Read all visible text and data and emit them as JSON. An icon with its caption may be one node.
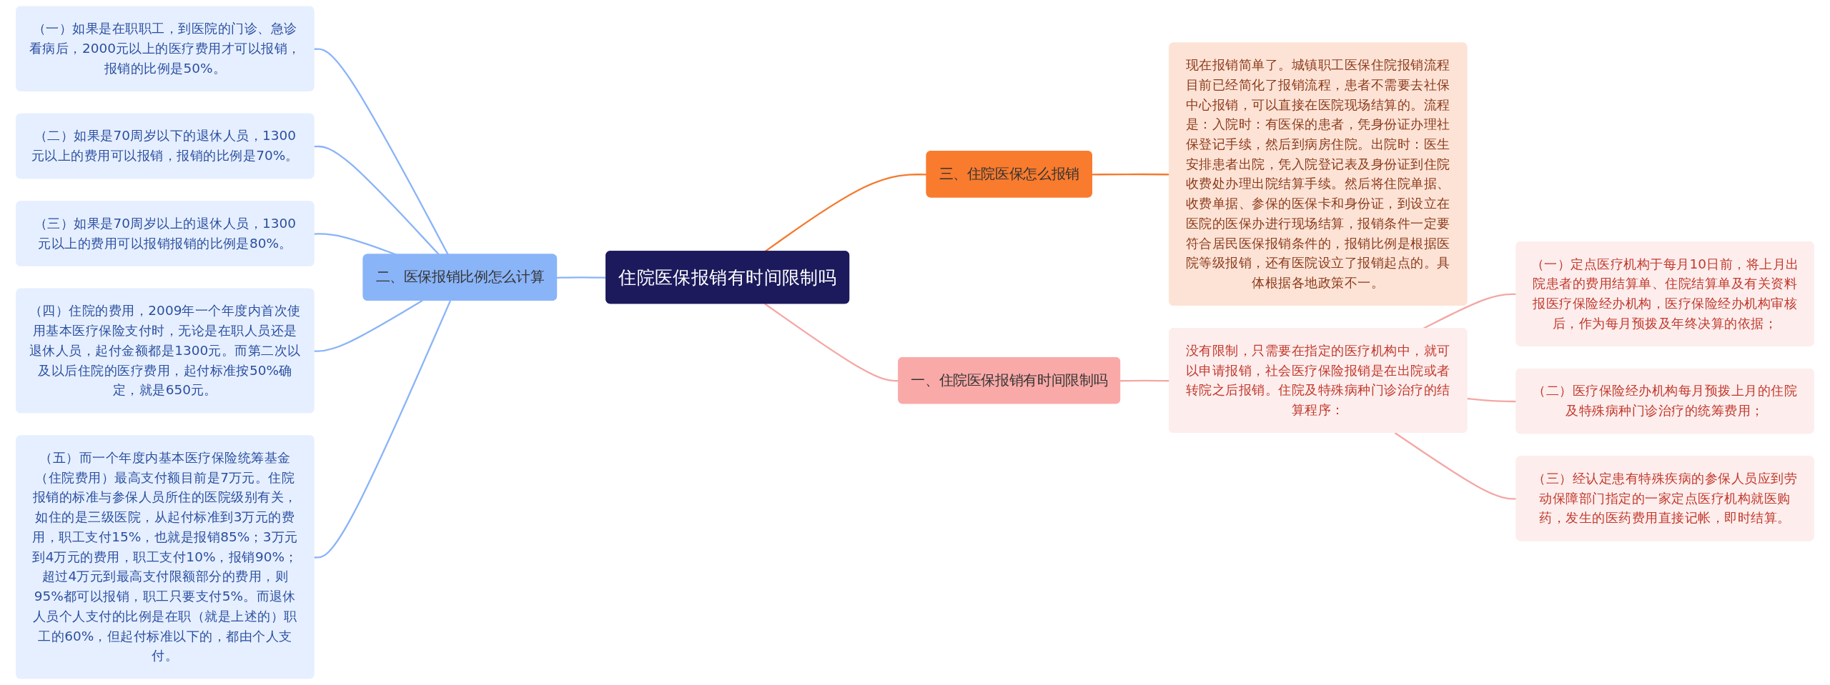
{
  "diagram": {
    "nodes": [
      {
        "text": [
          "住院医保报销有时间限制吗"
        ]
      },
      {
        "text": [
          "一、住院医保报销有时间限制吗"
        ]
      },
      {
        "text": [
          "没有限制，只需要在指定的医疗机构中，就可以申请报销，社会医疗保险报销是在出院或者转院之后报销。住院及特殊病种门诊治疗的结算程序："
        ]
      },
      {
        "text": [
          "（一）定点医疗机构于每月10日前，将上月出院患者的费用结算单、住院结算单及有关资料报医疗保险经办机构，医疗保险经办机构审核后，作为每月预拨及年终决算的依据；"
        ]
      },
      {
        "text": [
          "（二）医疗保险经办机构每月预拨上月的住院及特殊病种门诊治疗的统筹费用；"
        ]
      },
      {
        "text": [
          "（三）经认定患有特殊疾病的参保人员应到劳动保障部门指定的一家定点医疗机构就医购药，发生的医药费用直接记帐，即时结算。"
        ]
      },
      {
        "text": [
          "三、住院医保怎么报销"
        ]
      },
      {
        "text": [
          "现在报销简单了。城镇职工医保住院报销流程目前已经简化了报销流程，患者不需要去社保中心报销，可以直接在医院现场结算的。流程是：入院时：有医保的患者，凭身份证办理社保登记手续，然后到病房住院。出院时：医生安排患者出院，凭入院登记表及身份证到住院收费处办理出院结算手续。然后将住院单据、收费单据、参保的医保卡和身份证，到设立在医院的医保办进行现场结算，报销条件一定要符合居民医保报销条件的，报销比例是根据医院等级报销，还有医院设立了报销起点的。具体根据各地政策不一。"
        ]
      },
      {
        "text": [
          "二、医保报销比例怎么计算"
        ]
      },
      {
        "text": [
          "（一）如果是在职职工，到医院的门诊、急诊看病后，2000元以上的医疗费用才可以报销，报销的比例是50%。"
        ]
      },
      {
        "text": [
          "（二）如果是70周岁以下的退休人员，1300元以上的费用可以报销，报销的比例是70%。"
        ]
      },
      {
        "text": [
          "（三）如果是70周岁以上的退休人员，1300元以上的费用可以报销报销的比例是80%。"
        ]
      },
      {
        "text": [
          "（四）住院的费用，2009年一个年度内首次使用基本医疗保险支付时，无论是在职人员还是退休人员，起付金额都是1300元。而第二次以及以后住院的医疗费用，起付标准按50%确定，就是650元。"
        ]
      },
      {
        "text": [
          "（五）而一个年度内基本医疗保险统筹基金（住院费用）最高支付额目前是7万元。住院报销的标准与参保人员所住的医院级别有关，如住的是三级医院，从起付标准到3万元的费用，职工支付15%，也就是报销85%；3万元到4万元的费用，职工支付10%，报销90%；超过4万元到最高支付限额部分的费用，则95%都可以报销，职工只要支付5%。而退休人员个人支付的比例是在职（就是上述的）职工的60%，但起付标准以下的，都由个人支付。"
        ]
      }
    ],
    "edges": [
      {
        "from": 0,
        "to": 1,
        "arrow": "none",
        "color": "#f4a7a4"
      },
      {
        "from": 1,
        "to": 2,
        "arrow": "none",
        "color": "#f4a7a4"
      },
      {
        "from": 2,
        "to": 3,
        "arrow": "none",
        "color": "#f4a7a4"
      },
      {
        "from": 2,
        "to": 4,
        "arrow": "none",
        "color": "#f4a7a4"
      },
      {
        "from": 2,
        "to": 5,
        "arrow": "none",
        "color": "#f4a7a4"
      },
      {
        "from": 0,
        "to": 6,
        "arrow": "none",
        "color": "#f47a2e"
      },
      {
        "from": 6,
        "to": 7,
        "arrow": "none",
        "color": "#f47a2e"
      },
      {
        "from": 0,
        "to": 8,
        "arrow": "none"
      },
      {
        "from": 8,
        "to": 9,
        "arrow": "none"
      },
      {
        "from": 8,
        "to": 10,
        "arrow": "none"
      },
      {
        "from": 8,
        "to": 11,
        "arrow": "none"
      },
      {
        "from": 8,
        "to": 12,
        "arrow": "none"
      },
      {
        "from": 8,
        "to": 13,
        "arrow": "none"
      }
    ]
  }
}
